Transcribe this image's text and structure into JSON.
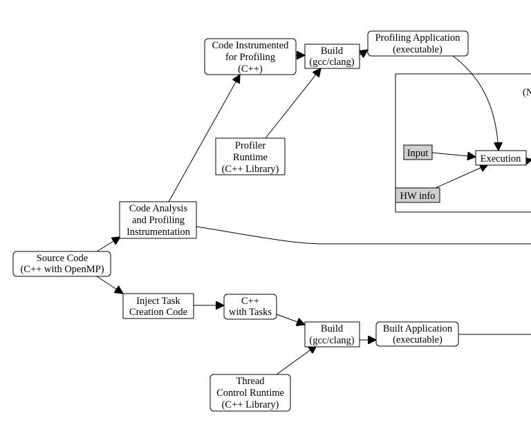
{
  "nodes": {
    "source_code": [
      "Source Code",
      "(C++ with OpenMP)"
    ],
    "code_analysis": [
      "Code Analysis",
      "and Profiling",
      "Instrumentation"
    ],
    "code_instrumented": [
      "Code Instrumented",
      "for Profiling",
      "(C++)"
    ],
    "build_profiling": [
      "Build",
      "(gcc/clang)"
    ],
    "profiling_application": [
      "Profiling Application",
      "(executable)"
    ],
    "profiler_runtime": [
      "Profiler",
      "Runtime",
      "(C++ Library)"
    ],
    "input": [
      "Input"
    ],
    "execution": [
      "Execution"
    ],
    "hw_info": [
      "HW info"
    ],
    "inject_task": [
      "Inject Task",
      "Creation Code"
    ],
    "cpp_with_tasks": [
      "C++",
      "with Tasks"
    ],
    "build_tasks": [
      "Build",
      "(gcc/clang)"
    ],
    "built_application": [
      "Built Application",
      "(executable)"
    ],
    "thread_control_runtime": [
      "Thread",
      "Control Runtime",
      "(C++ Library)"
    ]
  },
  "cluster_label_fragment": "(N"
}
